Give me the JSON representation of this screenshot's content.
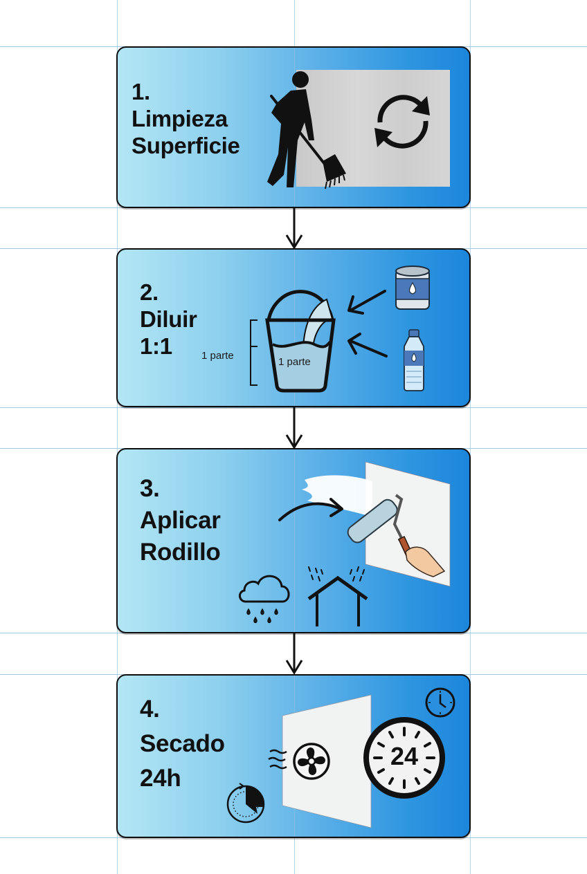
{
  "diagram": {
    "type": "process-flow",
    "steps": [
      {
        "number": "1.",
        "line1": "Limpieza",
        "line2": "Superficie",
        "icons": [
          "person-sweeping-icon",
          "concrete-wall-panel",
          "refresh-cycle-icon"
        ]
      },
      {
        "number": "2.",
        "line1": "Diluir",
        "line2": "1:1",
        "label_outside": "1 parte",
        "label_inside": "1 parte",
        "icons": [
          "bucket-icon",
          "paint-can-icon",
          "water-bottle-icon",
          "arrow-left-icon"
        ]
      },
      {
        "number": "3.",
        "line1": "Aplicar",
        "line2": "Rodillo",
        "icons": [
          "paint-roller-icon",
          "hand-icon",
          "curved-arrow-icon",
          "rain-cloud-icon",
          "house-rain-icon"
        ]
      },
      {
        "number": "4.",
        "line1": "Secado",
        "line2": "24h",
        "timer_value": "24",
        "icons": [
          "fan-icon",
          "wind-icon",
          "timer-24-icon",
          "clock-icon",
          "progress-cycle-icon"
        ]
      }
    ],
    "connectors": [
      "arrow-down",
      "arrow-down",
      "arrow-down"
    ]
  },
  "colors": {
    "gradient_start": "#b3e6f4",
    "gradient_end": "#1c86dc",
    "border": "#0d0d0d",
    "gridline": "#9cc9e3"
  }
}
